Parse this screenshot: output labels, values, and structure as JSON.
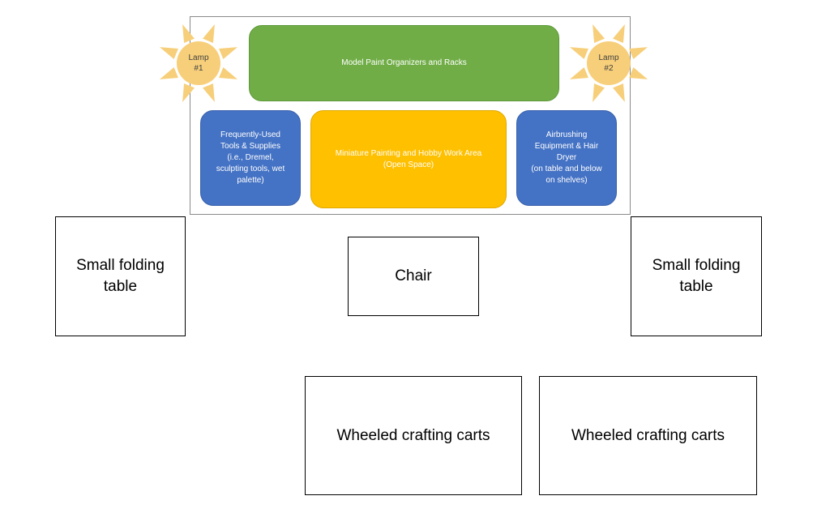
{
  "colors": {
    "green": "#70ad47",
    "blue": "#4472c4",
    "yellow": "#ffc000",
    "lamp_sun": "#f7cf7a"
  },
  "lamps": [
    {
      "icon": "sun-icon",
      "label": "Lamp\n#1"
    },
    {
      "icon": "sun-icon",
      "label": "Lamp\n#2"
    }
  ],
  "zones": {
    "paint_racks": "Model Paint Organizers and Racks",
    "tools": "Frequently-Used\nTools & Supplies\n(i.e., Dremel,\nsculpting tools, wet\npalette)",
    "work_area": "Miniature Painting and Hobby Work Area\n(Open Space)",
    "airbrush": "Airbrushing\nEquipment & Hair\nDryer\n(on table and below\non shelves)"
  },
  "furniture": {
    "table_left": "Small folding\ntable",
    "table_right": "Small folding\ntable",
    "chair": "Chair",
    "cart_left": "Wheeled crafting carts",
    "cart_right": "Wheeled crafting carts"
  }
}
